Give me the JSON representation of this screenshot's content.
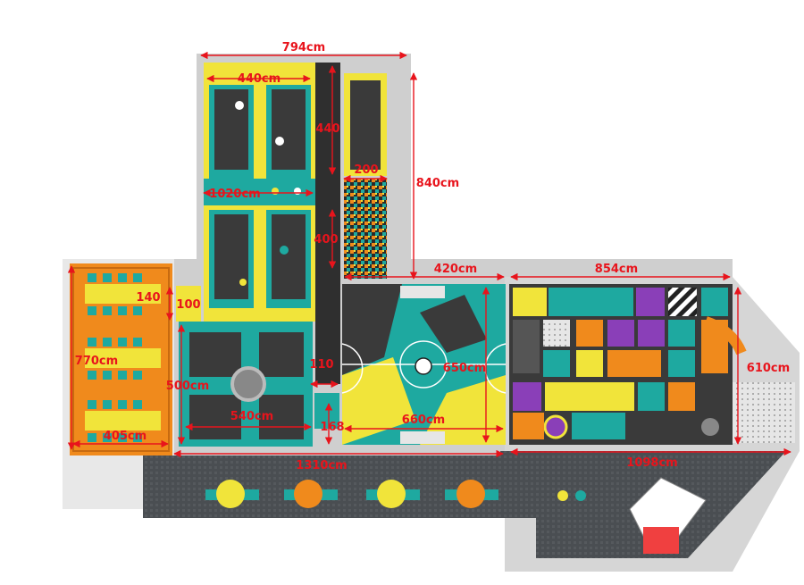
{
  "dimensions": {
    "top_width": "794cm",
    "upper_trampoline_width": "440cm",
    "upper_trampoline_height": "440",
    "pit_width": "200",
    "tower_height": "840cm",
    "trampoline_total": "1020cm",
    "lower_trampoline_height": "400",
    "court_width": "420cm",
    "playground_width": "854cm",
    "party_gap": "140",
    "small_gap": "100",
    "party_height": "770cm",
    "side_gap": "110",
    "lower_area_height": "500cm",
    "lower_area_width": "540cm",
    "court_height": "650cm",
    "strip_height": "168",
    "court_lower_width": "660cm",
    "playground_height": "610cm",
    "party_width": "405cm",
    "floor_width": "1310cm",
    "right_floor_width": "1098cm"
  },
  "colors": {
    "dimension_red": "#e8141c",
    "teal": "#1ea9a0",
    "yellow": "#f1e43a",
    "dark": "#3a3a3a",
    "orange": "#f08a1c",
    "purple": "#8a3fb8",
    "carpet": "#4a4e52"
  }
}
